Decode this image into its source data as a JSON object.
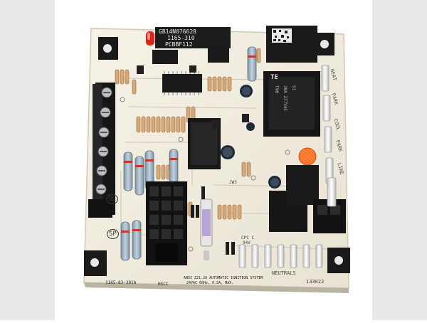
{
  "board": {
    "part_numbers": [
      "GB14N076628",
      "1165-310",
      "PCBBF112"
    ],
    "bottom_part_number": "1165-83-301A",
    "model_tag": "HSCI",
    "spec_line_1": "ANSI Z21.20 AUTOMATIC IGNITION SYSTEM",
    "spec_line_2": "24VAC 60Hz, 0.5A, MAX.",
    "neutrals_label": "NEUTRALS",
    "serial_code": "133022",
    "ul_mark": "UL",
    "csa_mark": "SP",
    "cpc_label": "CPC C",
    "cpc_voltage": "94V",
    "jumper_label": "JW3",
    "relay_brand": "TE",
    "relay_text": [
      "T90",
      "30A 277VAC",
      "S1"
    ],
    "terminal_labels": [
      "HEAT",
      "PARK",
      "COOL",
      "PARK",
      "LINE"
    ]
  },
  "colors": {
    "pcb": "#f2eddf",
    "relay_body": "#161616",
    "led": "#e0241b",
    "capacitor": "#ff7a30",
    "connector": "#101010"
  }
}
